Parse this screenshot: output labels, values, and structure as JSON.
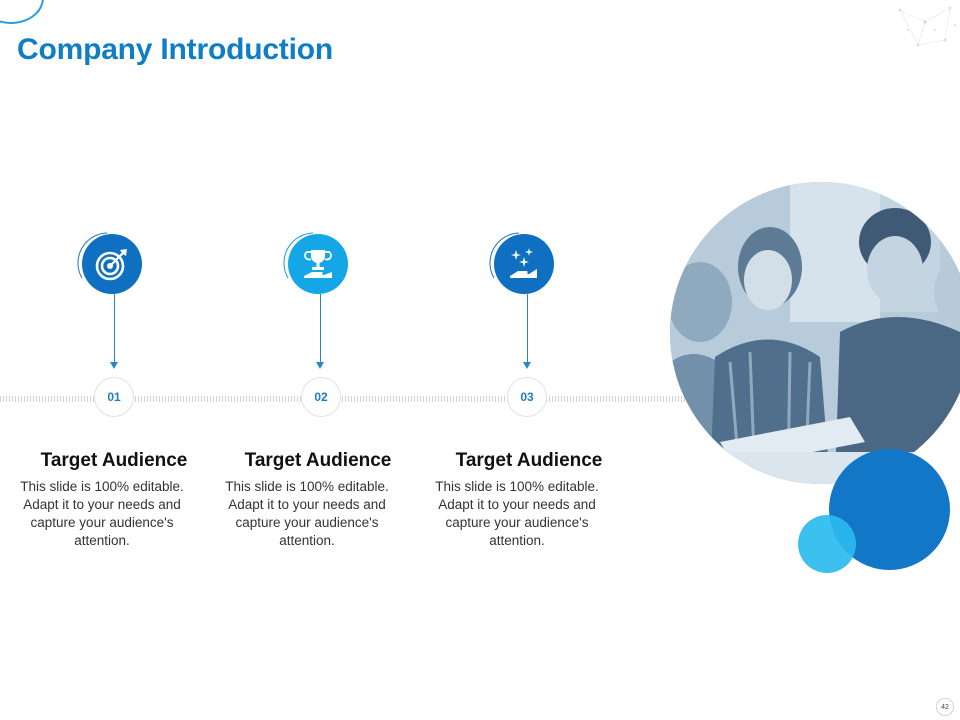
{
  "slide": {
    "title": "Company Introduction",
    "page_number": "42"
  },
  "steps": [
    {
      "number": "01",
      "icon": "target-icon",
      "heading": "Target Audience",
      "text": "This slide is 100% editable. Adapt it to your needs and capture your audience's attention."
    },
    {
      "number": "02",
      "icon": "trophy-hand-icon",
      "heading": "Target Audience",
      "text": "This slide is 100% editable. Adapt it to your needs and capture your audience's attention."
    },
    {
      "number": "03",
      "icon": "sparkle-hand-icon",
      "heading": "Target Audience",
      "text": "This slide is 100% editable. Adapt it to your needs and capture your audience's attention."
    }
  ],
  "colors": {
    "title": "#0f7ec4",
    "icon_dark": "#0f6fc0",
    "icon_light": "#14a6e6",
    "blob_big": "#1277c7",
    "blob_small": "#2bbbef"
  }
}
